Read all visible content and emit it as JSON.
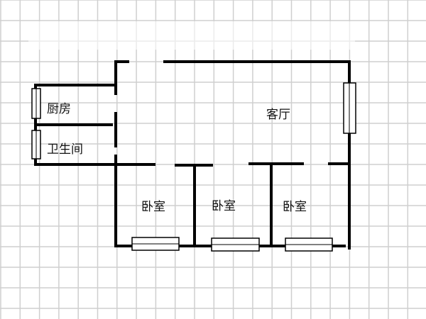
{
  "rooms": {
    "kitchen": "厨房",
    "bathroom": "卫生间",
    "living_room": "客厅",
    "bedroom_1": "卧室",
    "bedroom_2": "卧室",
    "bedroom_3": "卧室"
  },
  "colors": {
    "wall": "#000000",
    "grid": "#cfcfcf",
    "background": "#ffffff"
  }
}
